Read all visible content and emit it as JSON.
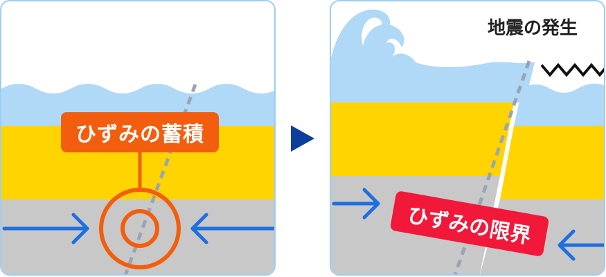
{
  "panels": {
    "left": {
      "label": "ひずみの蓄積"
    },
    "right": {
      "title": "地震の発生",
      "label": "ひずみの限界"
    }
  },
  "colors": {
    "sea": "#b0d8f7",
    "sand_layer": "#ffd400",
    "rock_layer": "#c8c8c8",
    "arrow": "#1e6fe0",
    "accum": "#f25e0d",
    "limit": "#f1183a",
    "border": "#9ecdf3",
    "fault": "#9aa4b5",
    "transition_arrow": "#0b3f9b"
  },
  "icons": [
    "compression-arrow-right-icon",
    "compression-arrow-left-icon",
    "target-ring-icon",
    "zigzag-vibration-icon",
    "play-arrow-icon"
  ]
}
